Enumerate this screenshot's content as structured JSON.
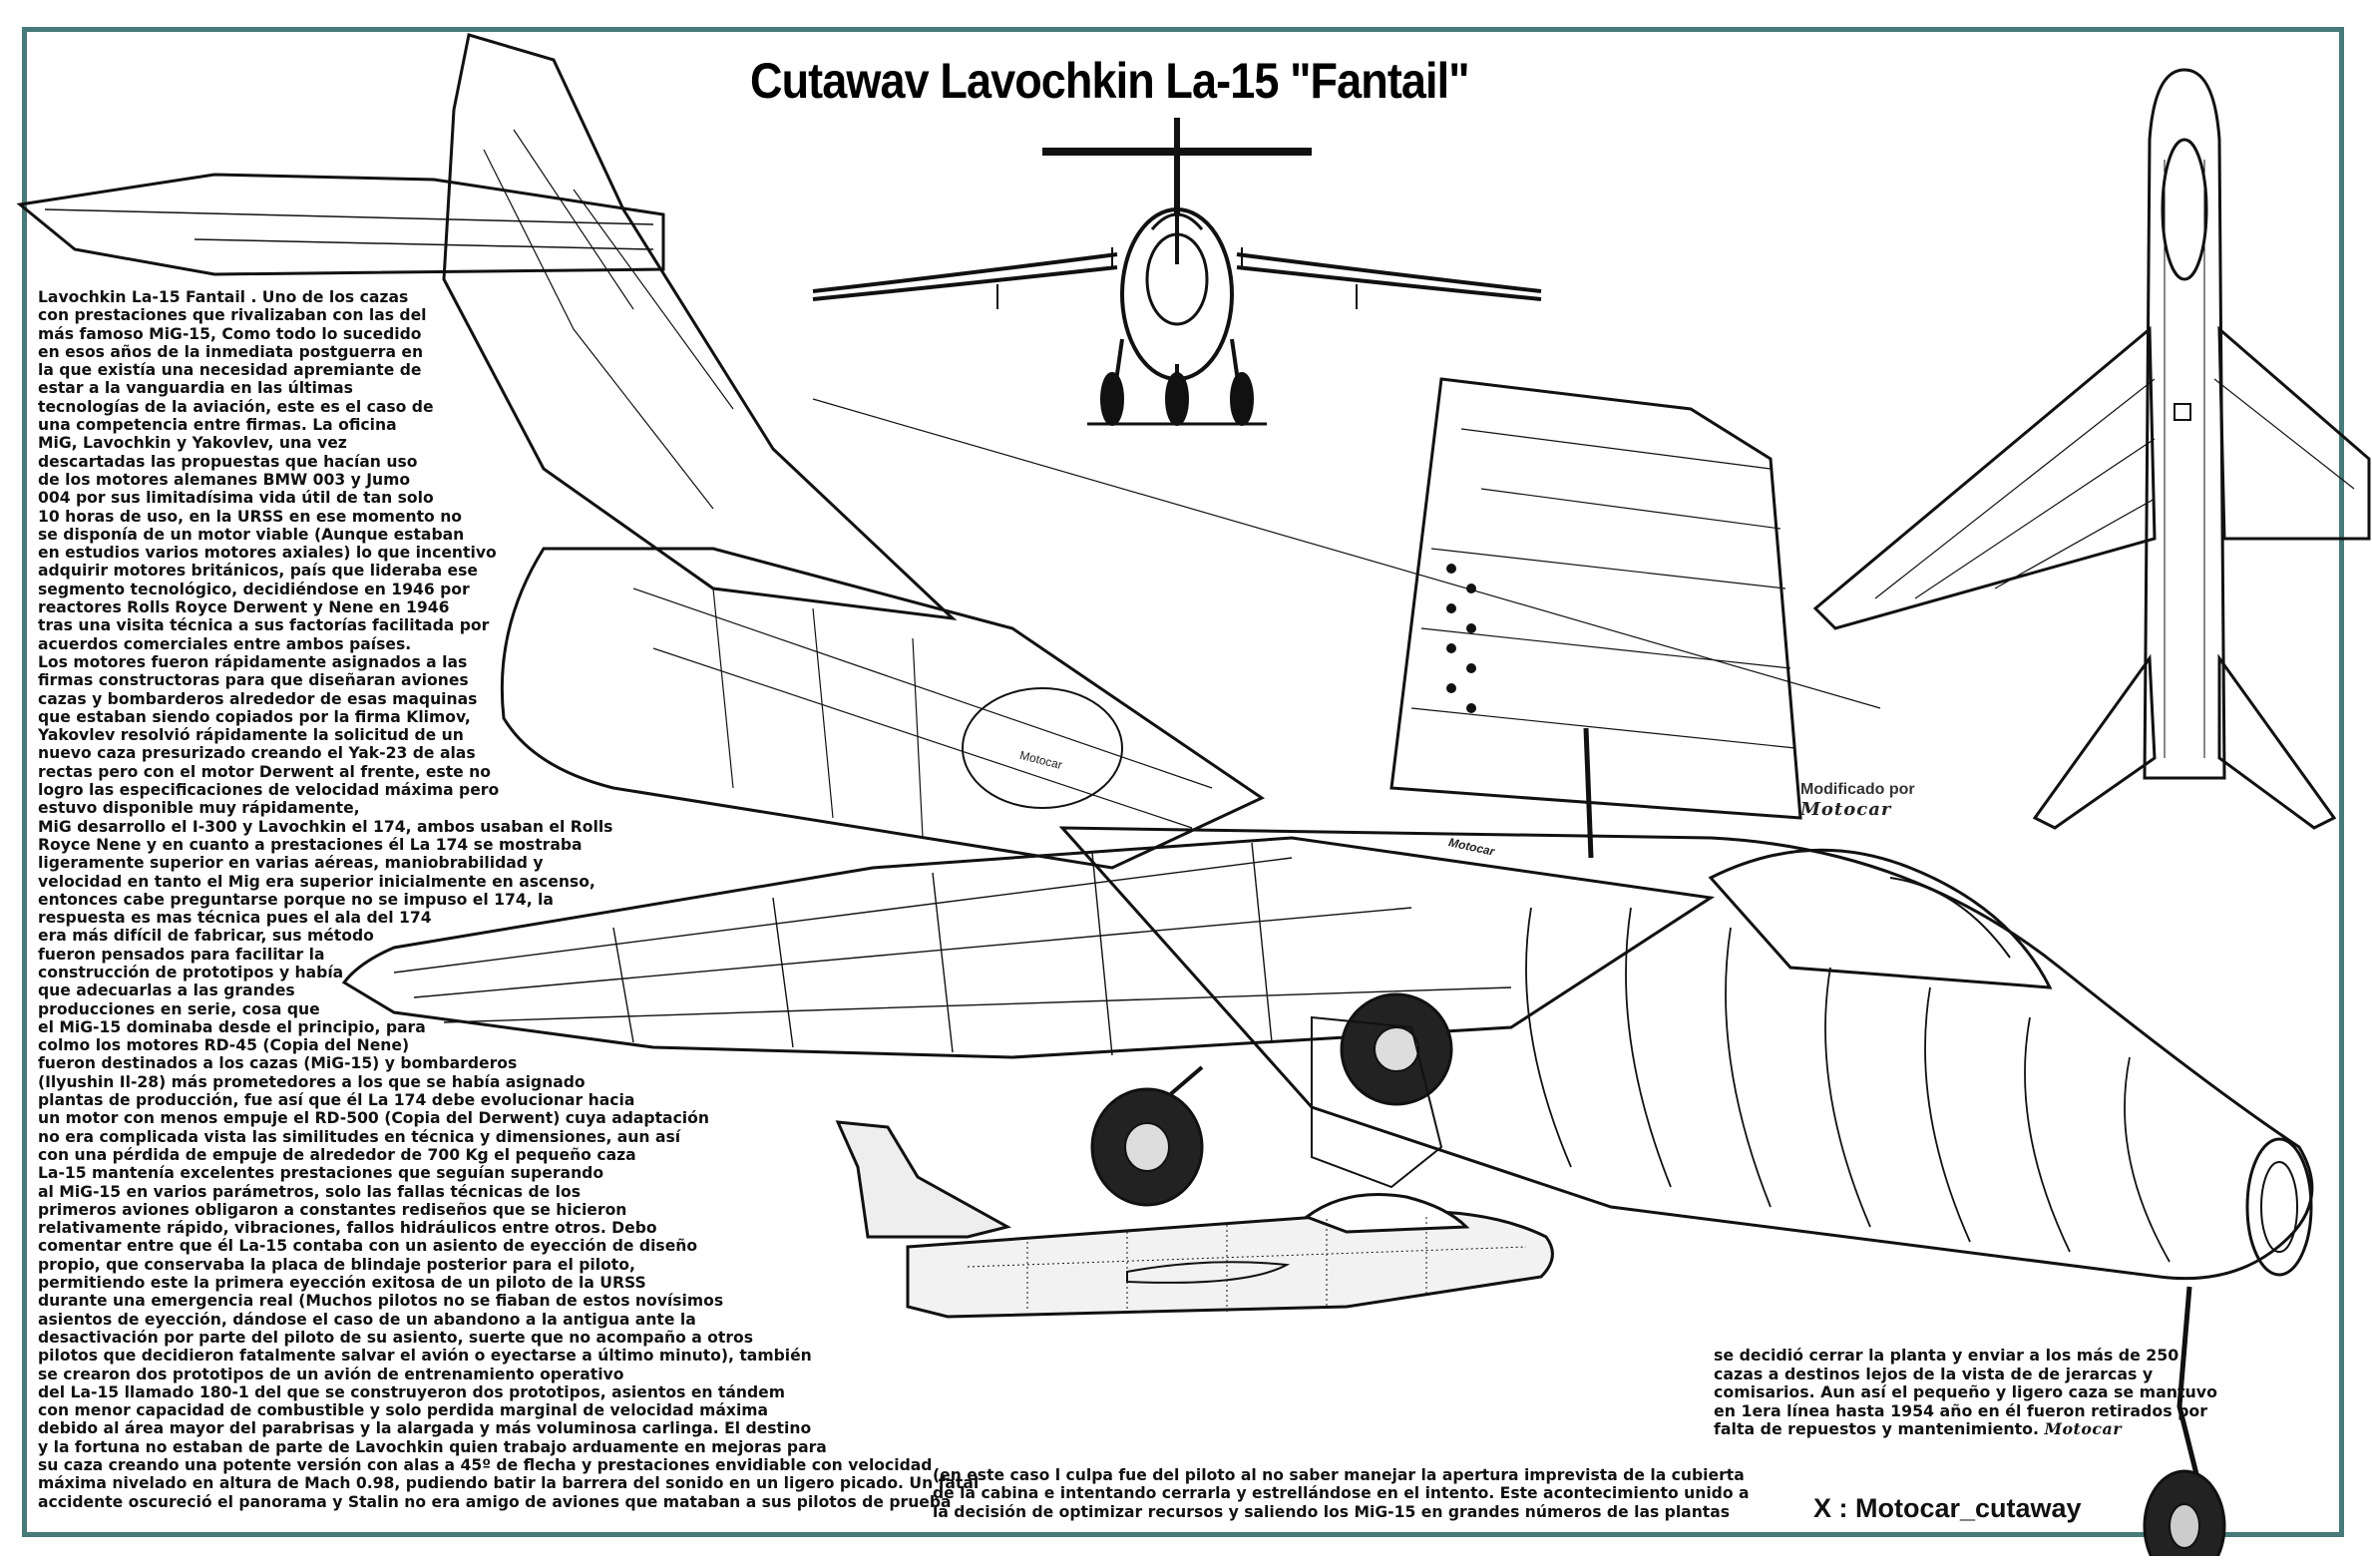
{
  "title": "Cutawav Lavochkin La-15 \"Fantail\"",
  "credit": {
    "label": "Modificado por",
    "signature": "Motocar"
  },
  "handle": "X : Motocar_cutaway",
  "drawing_labels": {
    "engine_label": "Motocar",
    "fuselage_label": "Motocar"
  },
  "drawings": [
    {
      "id": "main-cutaway",
      "description": "Side/three-quarter cutaway view of the La-15"
    },
    {
      "id": "front-view",
      "description": "Front view silhouette"
    },
    {
      "id": "top-view",
      "description": "Top plan view"
    },
    {
      "id": "side-profile",
      "description": "Side profile silhouette (stippled)"
    }
  ],
  "left_text": {
    "lines": [
      "Lavochkin La-15 Fantail . Uno de los cazas",
      "con prestaciones que rivalizaban con las del",
      "más famoso MiG-15, Como todo lo sucedido",
      "en esos años de la inmediata postguerra en",
      "la que existía una necesidad apremiante de",
      "estar a la vanguardia en las últimas",
      "tecnologías de la aviación, este es el caso de",
      "una competencia entre firmas. La oficina",
      "MiG, Lavochkin y Yakovlev, una vez",
      "descartadas las propuestas que hacían uso",
      "de los motores alemanes BMW 003 y Jumo",
      "004 por sus limitadísima vida útil de tan solo",
      "10 horas de uso, en la URSS en ese momento no",
      "se disponía de un motor viable (Aunque estaban",
      "en estudios varios motores axiales) lo que incentivo",
      "adquirir motores británicos, país que lideraba ese",
      "segmento tecnológico, decidiéndose en 1946 por",
      "reactores Rolls Royce Derwent y Nene en 1946",
      "tras una visita técnica a sus factorías facilitada por",
      "acuerdos comerciales entre ambos países.",
      "Los motores fueron rápidamente asignados a las",
      "firmas constructoras para que diseñaran aviones",
      "cazas y bombarderos alrededor de esas maquinas",
      "que estaban siendo copiados por la firma Klimov,",
      "Yakovlev resolvió rápidamente la solicitud de un",
      "nuevo caza presurizado creando el Yak-23 de alas",
      "rectas pero con el motor Derwent al frente, este no",
      "logro las especificaciones de velocidad máxima pero",
      "estuvo disponible muy rápidamente,",
      "MiG desarrollo el I-300 y Lavochkin el 174, ambos usaban el Rolls",
      "Royce Nene y en cuanto a prestaciones él La 174 se mostraba",
      "ligeramente superior en varias aéreas, maniobrabilidad y",
      "velocidad en tanto el Mig era superior inicialmente en ascenso,",
      "entonces cabe preguntarse porque no se impuso el 174, la",
      "respuesta es mas técnica pues el ala del 174",
      "era más difícil de fabricar, sus método",
      "fueron pensados para  facilitar la",
      "construcción de prototipos y había",
      "que adecuarlas a las grandes",
      "producciones en serie, cosa que",
      "el MiG-15 dominaba desde el principio, para",
      "colmo los  motores RD-45 (Copia del Nene)",
      "fueron destinados a los cazas (MiG-15) y bombarderos",
      "(Ilyushin Il-28) más prometedores a los que se había asignado",
      "plantas de producción, fue así que él La 174 debe evolucionar hacia",
      "un motor con menos empuje el RD-500 (Copia del Derwent) cuya adaptación",
      "no era complicada vista las similitudes en técnica y dimensiones, aun así",
      "con una pérdida de empuje de alrededor de 700 Kg el pequeño caza",
      "La-15 mantenía  excelentes prestaciones que seguían superando",
      "al MiG-15 en varios  parámetros, solo las fallas técnicas de los",
      "primeros aviones obligaron a constantes rediseños que se hicieron",
      "relativamente rápido, vibraciones, fallos hidráulicos entre otros. Debo",
      "comentar entre que él La-15 contaba con un asiento de eyección de diseño",
      "propio, que conservaba la placa de blindaje posterior para el piloto,",
      "permitiendo este la primera eyección exitosa de un piloto de la URSS",
      "durante una emergencia real (Muchos pilotos no se fiaban de estos novísimos",
      "asientos de eyección, dándose el caso de un abandono a la antigua ante la",
      "desactivación por parte del piloto de su asiento, suerte que no acompaño a otros",
      "pilotos que decidieron fatalmente salvar el avión o eyectarse a último minuto), también",
      "se crearon dos prototipos de un avión de entrenamiento operativo",
      "del La-15 llamado 180-1 del que se construyeron dos prototipos, asientos en tándem",
      "con menor capacidad de combustible y solo perdida marginal de velocidad máxima",
      "debido al área mayor del parabrisas y la alargada y más voluminosa carlinga. El destino",
      "y la fortuna no estaban de parte de Lavochkin quien trabajo arduamente en mejoras para",
      "su caza creando una potente versión con alas a 45º de flecha y prestaciones envidiable con velocidad",
      "máxima nivelado en altura de Mach 0.98, pudiendo batir  la barrera del sonido en un ligero picado. Un fatal",
      "accidente oscureció el panorama y Stalin no era amigo de aviones que mataban a sus pilotos de prueba"
    ]
  },
  "bottom_mid_text": {
    "lines": [
      "(en este caso l culpa fue del piloto al no saber manejar la apertura imprevista de la cubierta",
      "de la cabina e intentando cerrarla y estrellándose en el intento. Este acontecimiento unido a",
      "la decisión de optimizar recursos y saliendo los MiG-15 en grandes números  de las plantas"
    ]
  },
  "right_text": {
    "lines": [
      "se decidió cerrar la planta y enviar a los más de 250",
      "cazas a destinos lejos de la vista de de jerarcas y",
      "comisarios. Aun así el pequeño y ligero caza se mantuvo",
      "en 1era línea  hasta 1954 año en él fueron retirados por",
      "falta de repuestos y mantenimiento."
    ],
    "signature": "Motocar"
  },
  "colors": {
    "frame": "#477a78",
    "ink": "#111111",
    "background": "#ffffff"
  }
}
